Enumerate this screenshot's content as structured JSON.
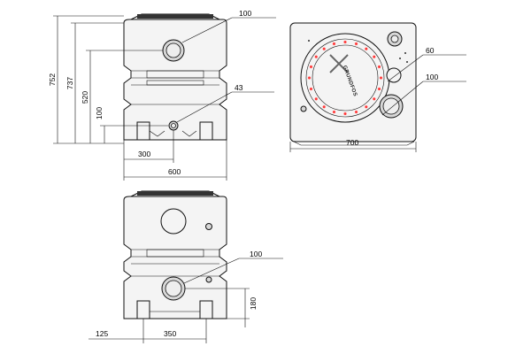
{
  "drawing": {
    "front_view": {
      "dim_height_total": "752",
      "dim_height_top": "737",
      "dim_inlet_height": "520",
      "dim_low_inlet_height": "100",
      "dim_outlet_dia": "100",
      "dim_vent_dia": "43",
      "dim_spacing": "300",
      "dim_width": "600"
    },
    "top_view": {
      "dim_small_port": "60",
      "dim_large_port": "100",
      "dim_width": "700",
      "brand_text": "GRUNDFOS"
    },
    "side_view": {
      "dim_inlet_dia": "100",
      "dim_inlet_height": "180",
      "dim_offset": "125",
      "dim_foot_spacing": "350"
    }
  },
  "colors": {
    "line": "#111111",
    "tank_fill": "#f4f4f4",
    "bolt_marker": "#ff3a3a"
  }
}
